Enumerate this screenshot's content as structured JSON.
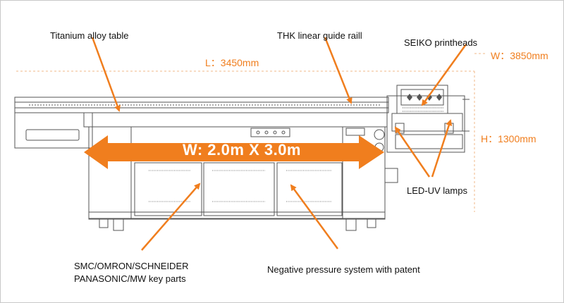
{
  "labels": {
    "titanium_table": "Titanium alloy table",
    "thk_rail": "THK linear guide raill",
    "seiko_heads": "SEIKO printheads",
    "length": "L：3450mm",
    "width_total": "W：3850mm",
    "height": "H：1300mm",
    "print_area": "W: 2.0m X 3.0m",
    "led_uv": "LED-UV lamps",
    "key_parts_line1": "SMC/OMRON/SCHNEIDER",
    "key_parts_line2": "PANASONIC/MW key parts",
    "negative_pressure": "Negative pressure system with patent"
  },
  "colors": {
    "accent": "#f07e1e",
    "line": "#555555",
    "dashed": "#f2b98a"
  }
}
